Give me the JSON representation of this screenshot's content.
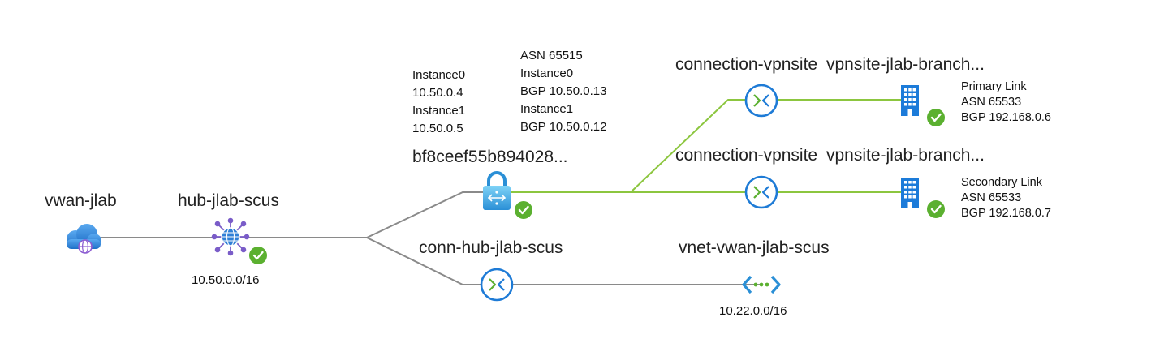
{
  "colors": {
    "gray_link": "#8a8a8a",
    "green_link": "#8cc63f",
    "azure_blue": "#1e7bd6",
    "check_green": "#5bb030",
    "cloud_blue": "#3b8fe0",
    "hub_purple": "#7a5cc8",
    "building_blue": "#1c7bd9"
  },
  "nodes": {
    "vwan": {
      "name": "vwan-jlab",
      "icon": "cloud-globe-icon"
    },
    "hub": {
      "name": "hub-jlab-scus",
      "prefix": "10.50.0.0/16",
      "icon": "hub-network-icon"
    },
    "vpn_gateway": {
      "name": "bf8ceef55b894028...",
      "icon": "vpn-gateway-lock-icon",
      "instances": [
        "Instance0",
        "10.50.0.4",
        "Instance1",
        "10.50.0.5"
      ],
      "bgp": [
        "ASN 65515",
        "Instance0",
        "BGP 10.50.0.13",
        "Instance1",
        "BGP 10.50.0.12"
      ]
    },
    "connection_1": {
      "name": "connection-vpnsite",
      "icon": "connection-icon"
    },
    "connection_2": {
      "name": "connection-vpnsite",
      "icon": "connection-icon"
    },
    "site_1": {
      "name": "vpnsite-jlab-branch...",
      "icon": "building-icon",
      "details": [
        "Primary Link",
        "ASN 65533",
        "BGP 192.168.0.6"
      ]
    },
    "site_2": {
      "name": "vpnsite-jlab-branch...",
      "icon": "building-icon",
      "details": [
        "Secondary Link",
        "ASN 65533",
        "BGP 192.168.0.7"
      ]
    },
    "conn_hub": {
      "name": "conn-hub-jlab-scus",
      "icon": "connection-icon"
    },
    "vnet": {
      "name": "vnet-vwan-jlab-scus",
      "prefix": "10.22.0.0/16",
      "icon": "vnet-icon"
    }
  }
}
